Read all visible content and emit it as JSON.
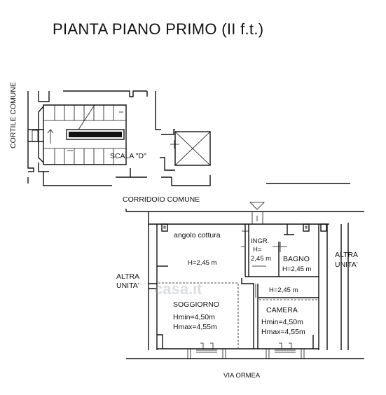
{
  "title": "PIANTA PIANO PRIMO (II f.t.)",
  "labels": {
    "cortile_comune": "CORTILE COMUNE",
    "scala_d": "SCALA \"D\"",
    "corridoio_comune": "CORRIDOIO COMUNE",
    "angolo_cottura": "angolo cottura",
    "h_kitchen": "H=2,45 m",
    "ingr": "INGR.",
    "ingr_h1": "H=",
    "ingr_h2": "2,45 m",
    "bagno": "BAGNO",
    "bagno_h": "H=2,45 m",
    "altra_unita_left_1": "ALTRA",
    "altra_unita_left_2": "UNITA'",
    "altra_unita_right_1": "ALTRA",
    "altra_unita_right_2": "UNITA'",
    "camera_h": "H=2,45 m",
    "soggiorno": "SOGGIORNO",
    "soggiorno_hmin": "Hmin=4,50m",
    "soggiorno_hmax": "Hmax=4,55m",
    "camera": "CAMERA",
    "camera_hmin": "Hmin=4,50m",
    "camera_hmax": "Hmax=4,55m",
    "via_ormea": "VIA ORMEA"
  },
  "watermark": "casa.it"
}
